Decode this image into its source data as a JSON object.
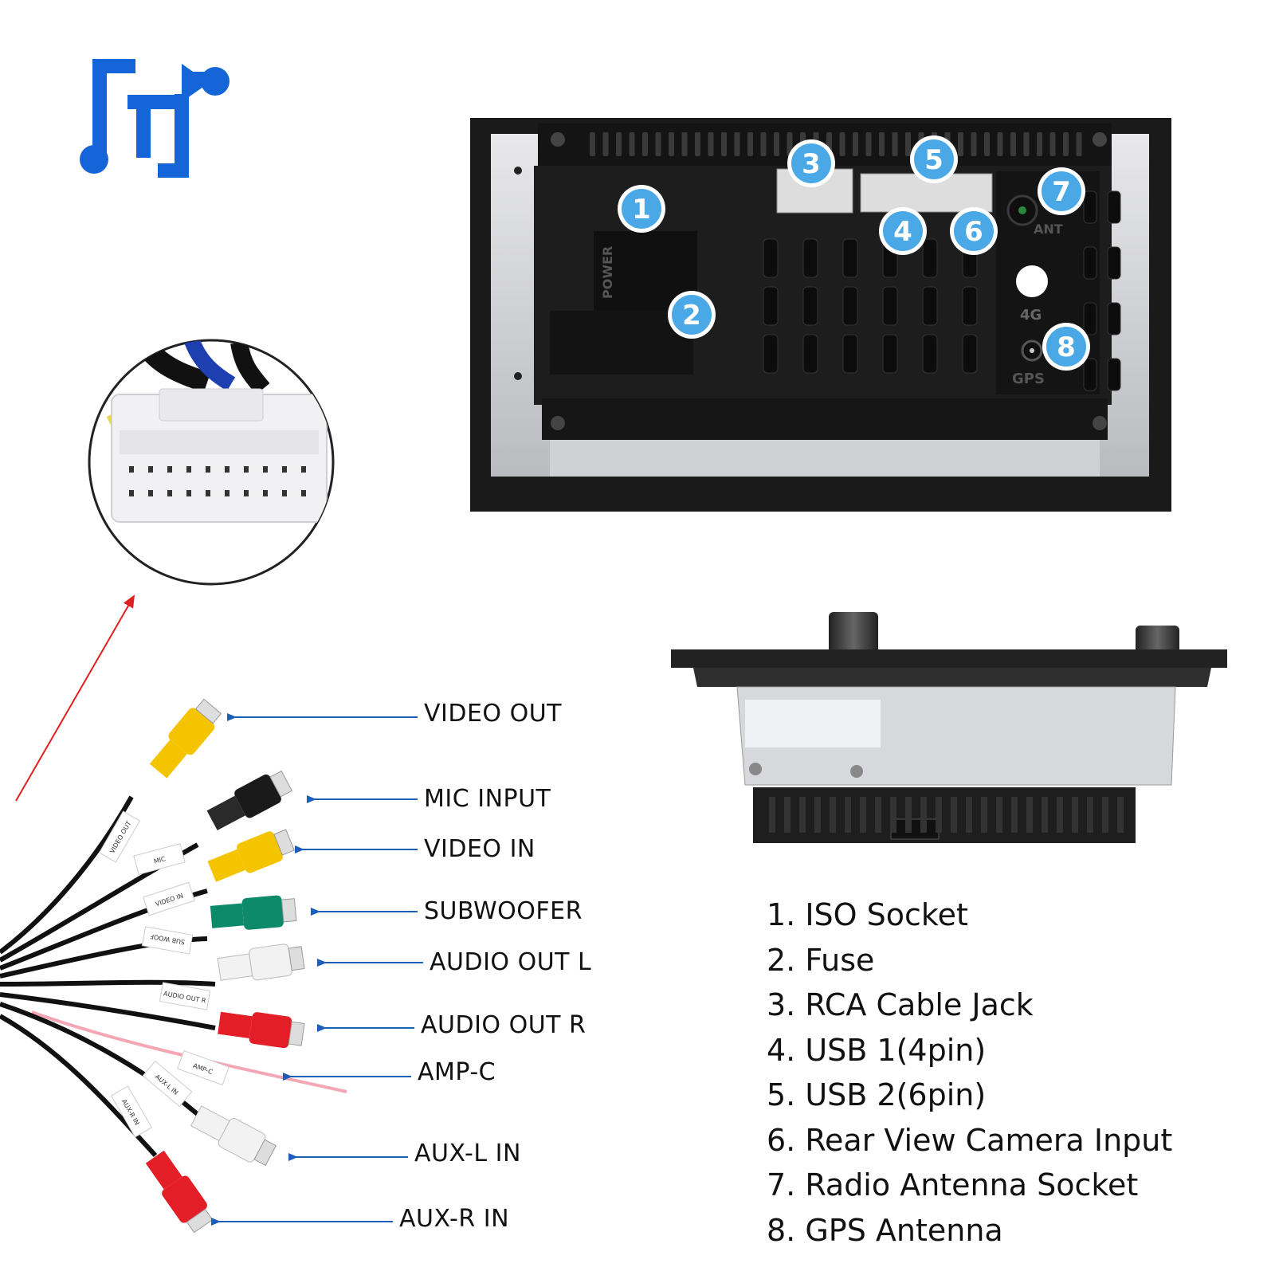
{
  "colors": {
    "brand_blue": "#1565d8",
    "badge_blue": "#4aa8e6",
    "arrow_blue": "#1b5fb8",
    "arrow_red": "#e02020",
    "unit_black": "#1c1c1c"
  },
  "icons": {
    "brand": "brand-logo-icon",
    "badge": "numbered-badge-icon",
    "arrow": "pointer-arrow-icon"
  },
  "panel_text": {
    "power": "POWER",
    "ant": "ANT",
    "lte": "4G",
    "gps": "GPS"
  },
  "badges": [
    "1",
    "2",
    "3",
    "4",
    "5",
    "6",
    "7",
    "8"
  ],
  "cable_labels": [
    "VIDEO OUT",
    "MIC INPUT",
    "VIDEO IN",
    "SUBWOOFER",
    "AUDIO OUT L",
    "AUDIO OUT R",
    "AMP-C",
    "AUX-L IN",
    "AUX-R IN"
  ],
  "cable_tags": [
    "VIDEO OUT",
    "MIC",
    "VIDEO IN",
    "SUB WOOF",
    "AUDIO OUT R",
    "AMP-C",
    "AUX-L IN",
    "AUX-R IN"
  ],
  "legend": [
    "1. ISO Socket",
    "2. Fuse",
    "3. RCA Cable Jack",
    "4. USB 1(4pin)",
    "5. USB 2(6pin)",
    "6. Rear View Camera Input",
    "7. Radio Antenna Socket",
    "8. GPS Antenna"
  ]
}
